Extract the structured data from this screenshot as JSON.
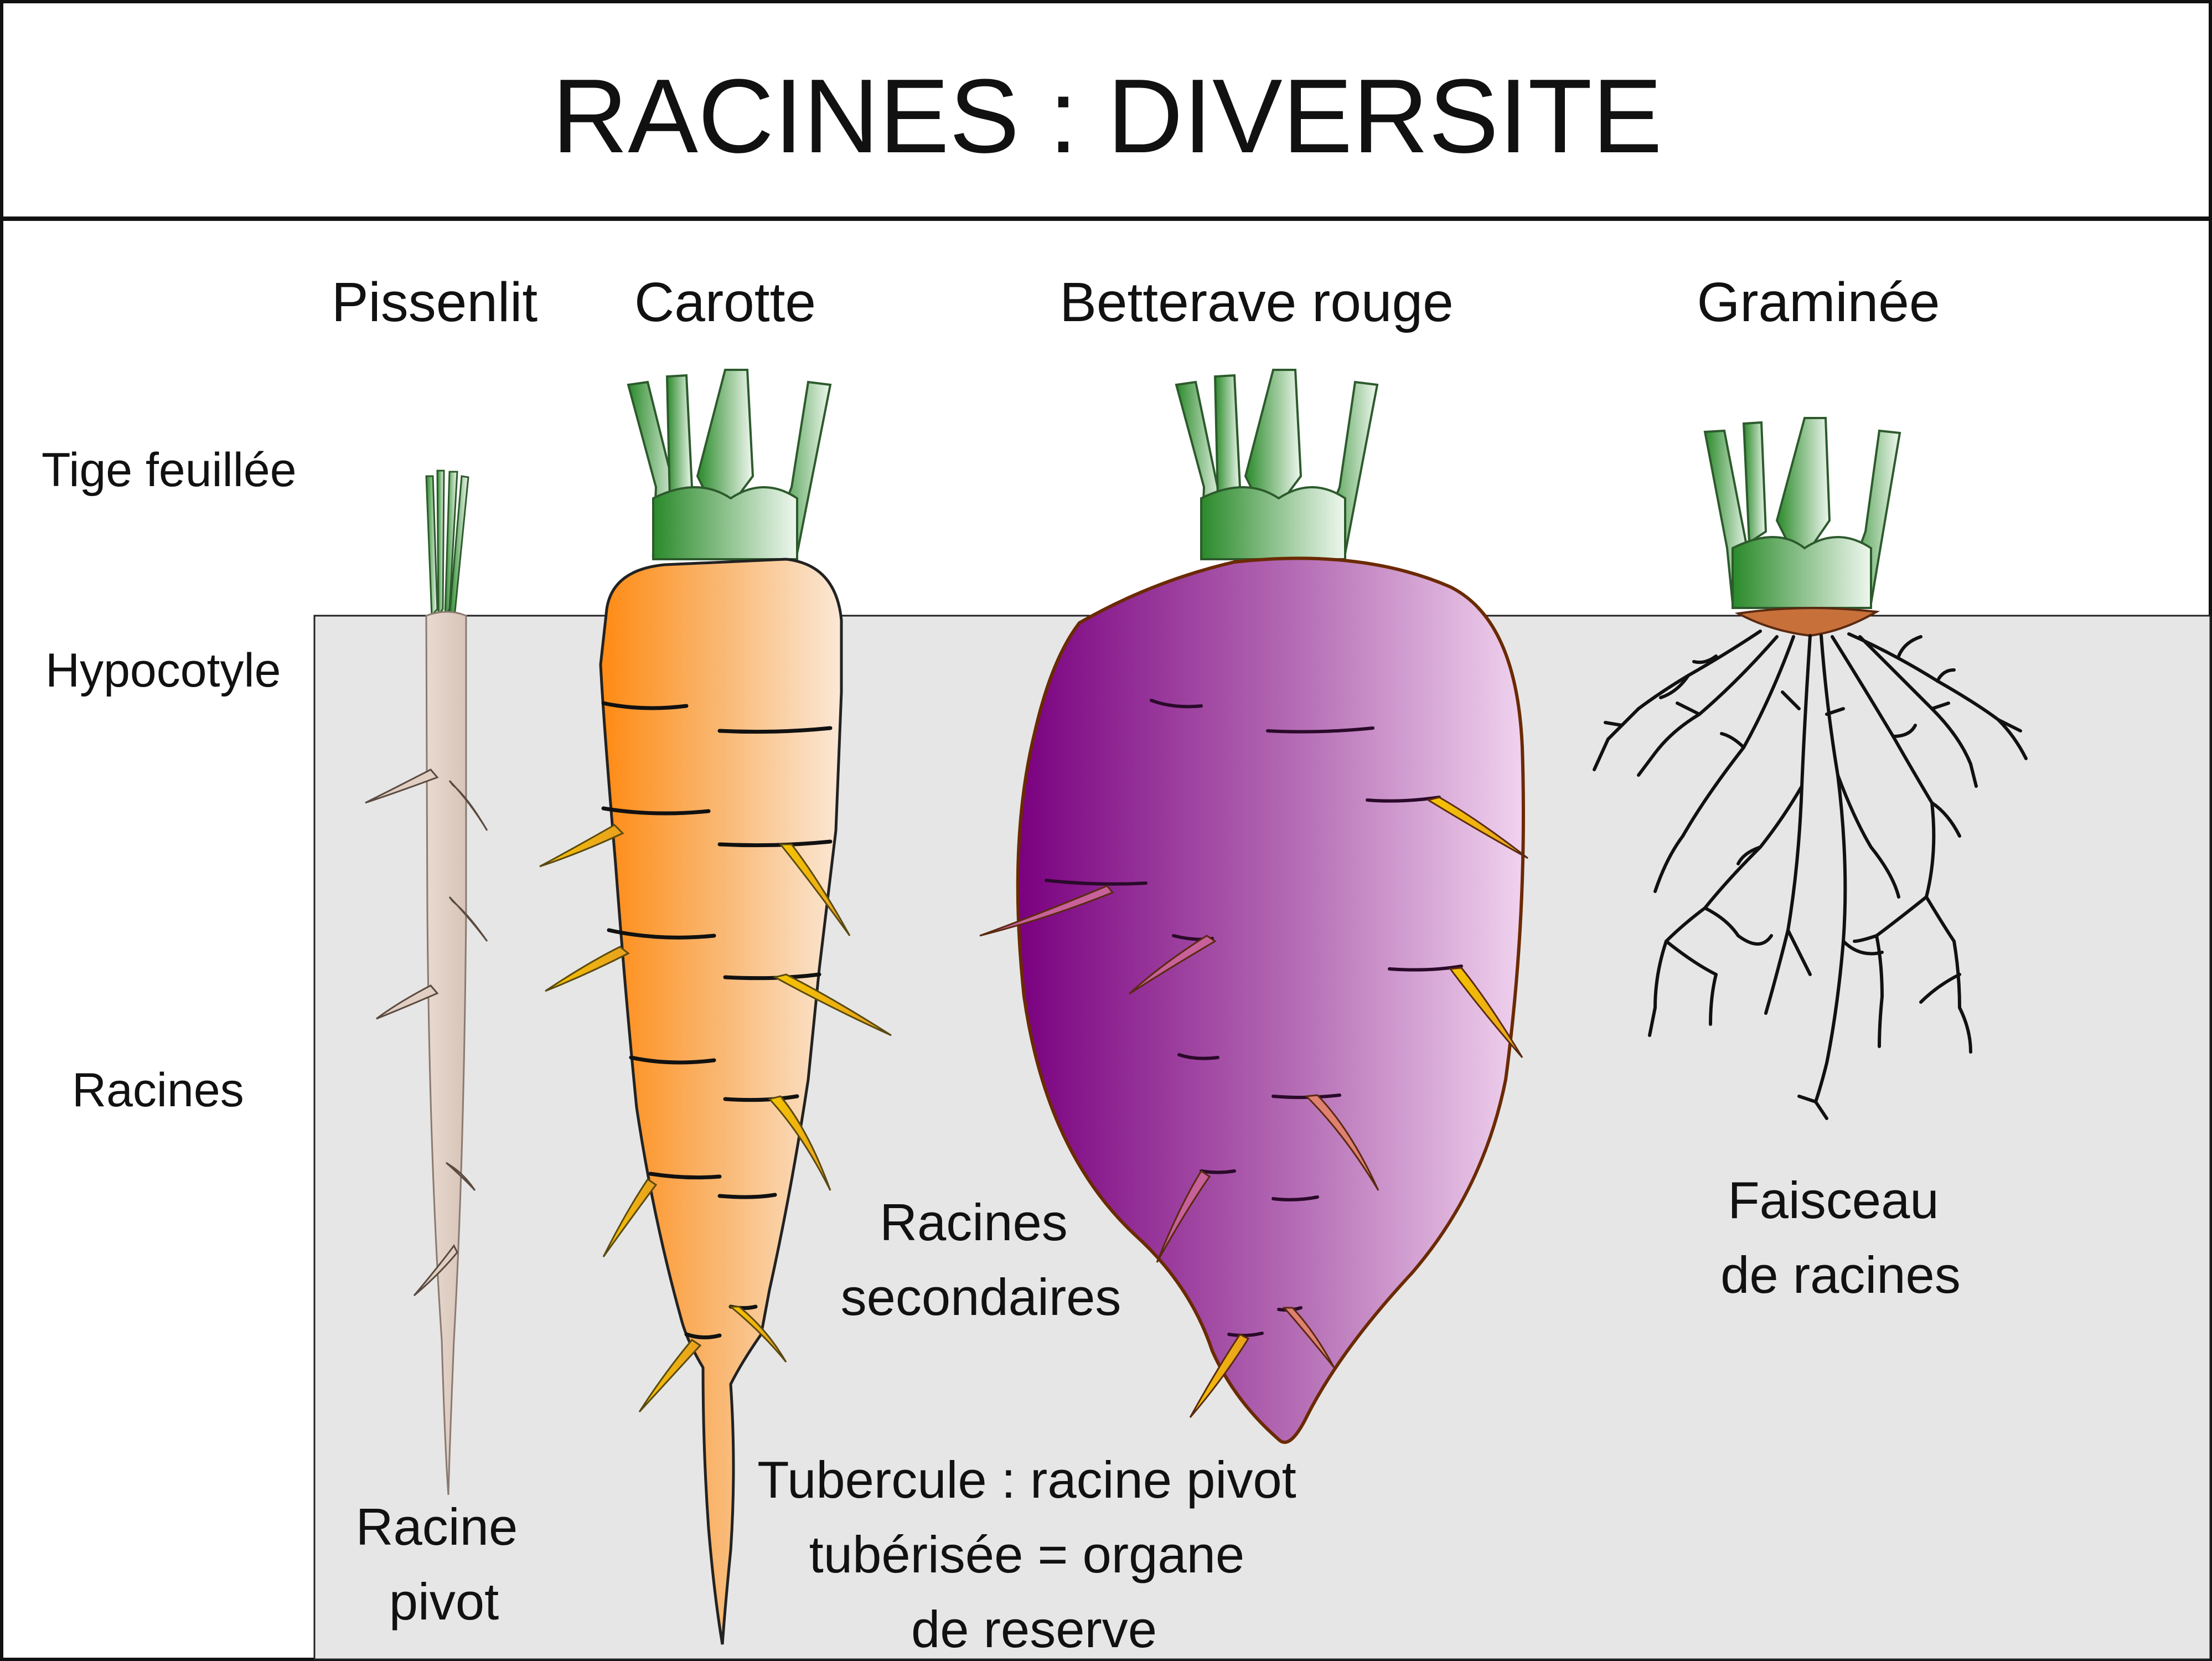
{
  "title": "RACINES : DIVERSITE",
  "plants": {
    "dandelion": "Pissenlit",
    "carrot": "Carotte",
    "beet": "Betterave rouge",
    "grass": "Graminée"
  },
  "parts": {
    "leafy_stem": "Tige feuillée",
    "hypocotyl": "Hypocotyle",
    "roots": "Racines"
  },
  "annotations": {
    "taproot_line1": "Racine",
    "taproot_line2": "pivot",
    "secondary_line1": "Racines",
    "secondary_line2": "secondaires",
    "tuber_line1": "Tubercule : racine pivot",
    "tuber_line2": "tubérisée = organe",
    "tuber_line3": "de reserve",
    "bundle_line1": "Faisceau",
    "bundle_line2": "de racines"
  },
  "colors": {
    "soil": "#e6e6e6",
    "leaf_dark": "#2e8b2e",
    "leaf_light": "#e8f4e8",
    "carrot": "#ff8c1a",
    "beet": "#7a0a7a",
    "dandelion_root": "#e2d3c8",
    "rootlet": "#f0c020",
    "grass_crown": "#c8703a"
  }
}
